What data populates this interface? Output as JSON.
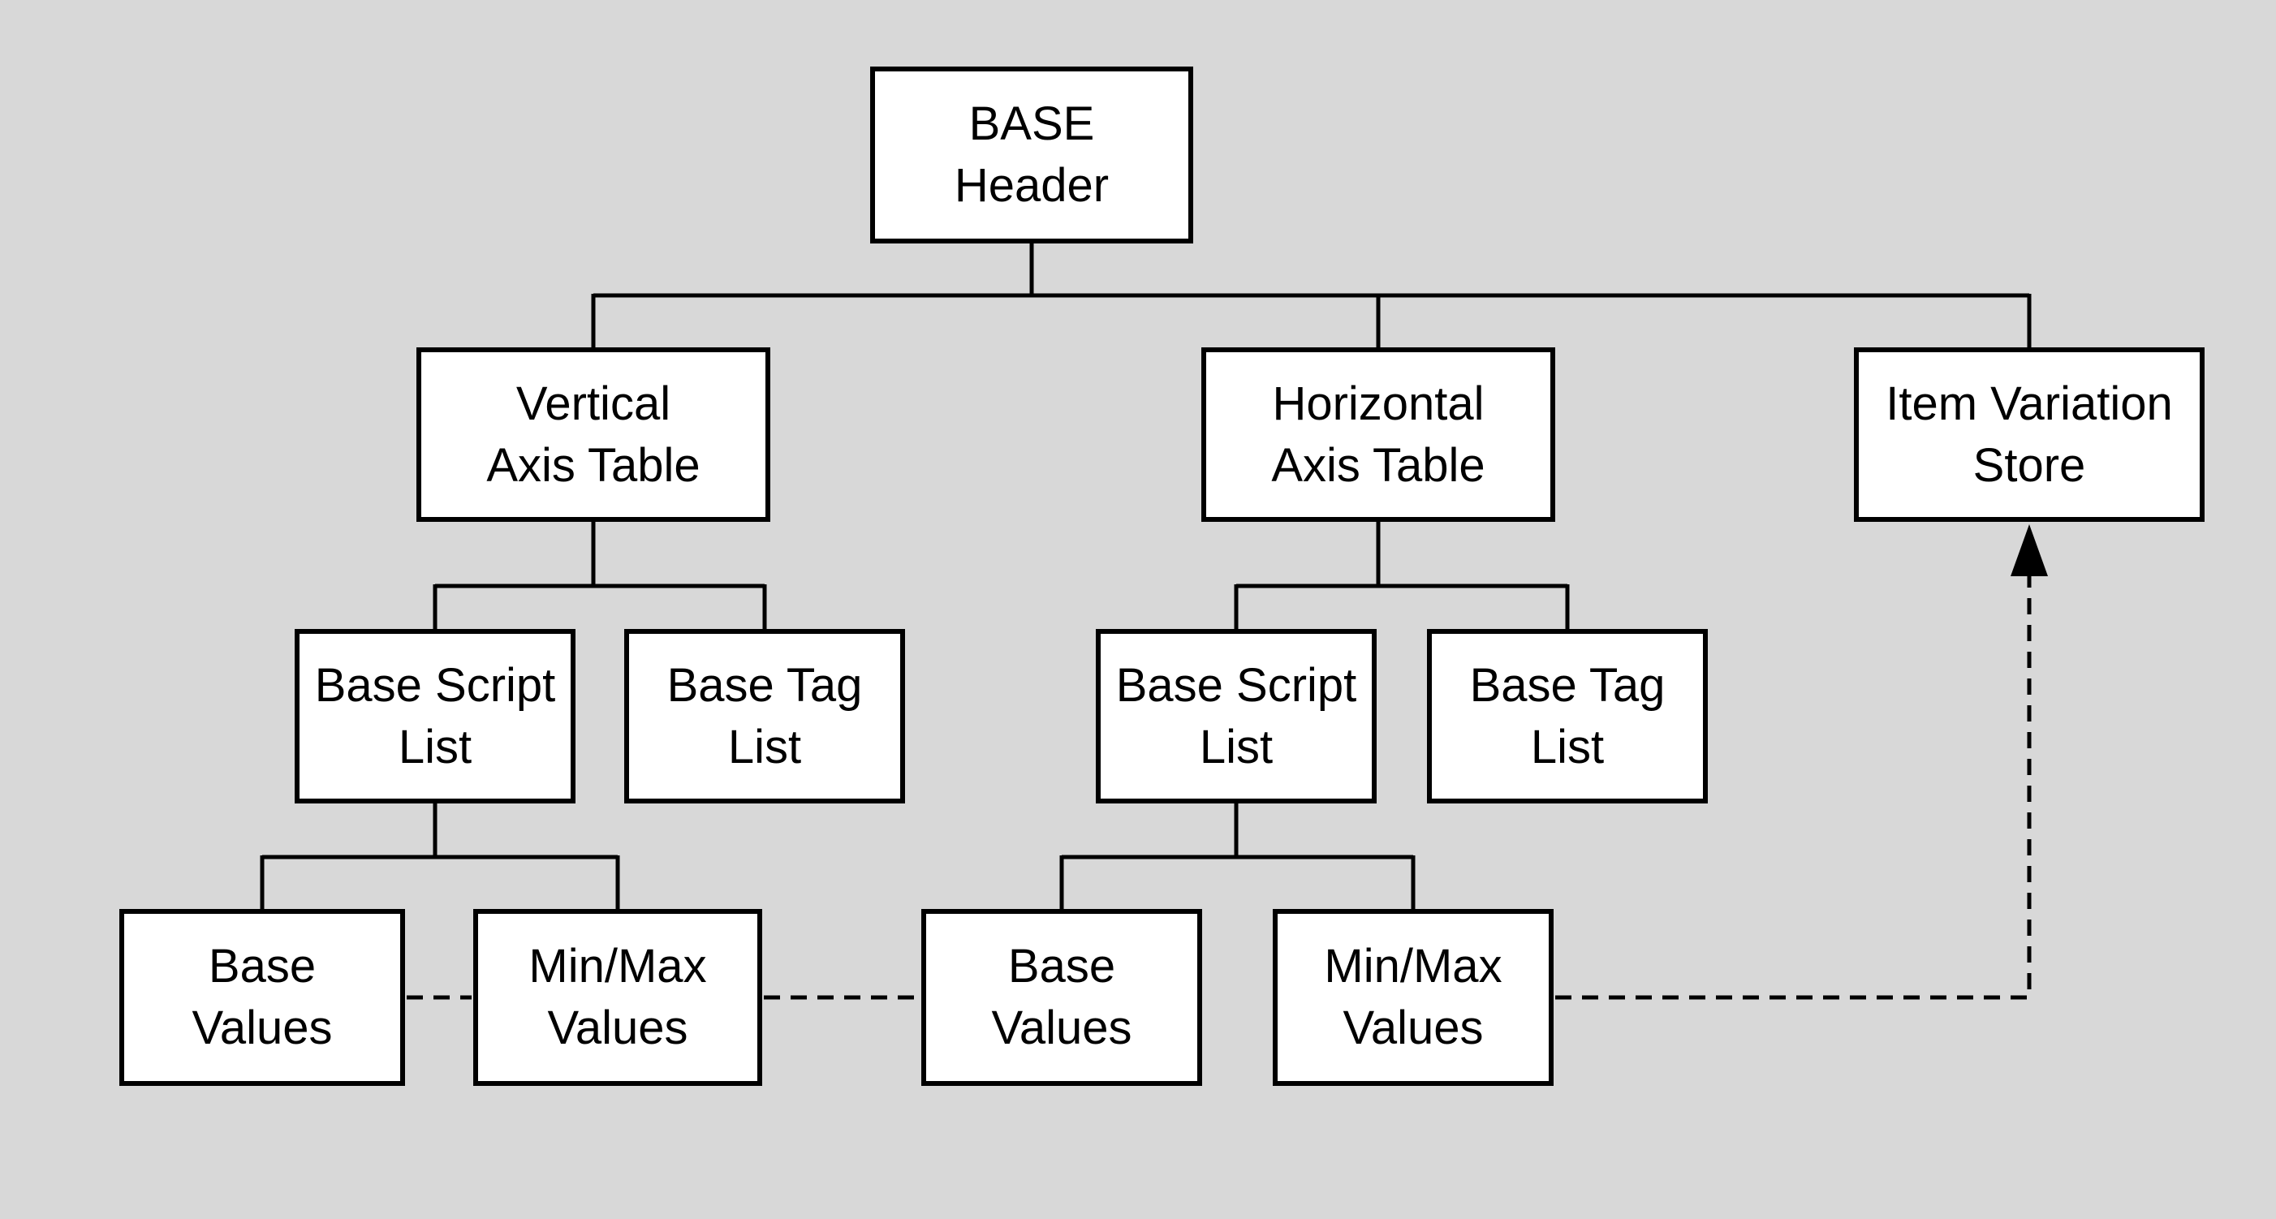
{
  "colors": {
    "background": "#d8d8d8",
    "node_fill": "#ffffff",
    "line": "#000000"
  },
  "nodes": {
    "base_header": {
      "line1": "BASE",
      "line2": "Header"
    },
    "vertical_axis_table": {
      "line1": "Vertical",
      "line2": "Axis Table"
    },
    "horizontal_axis_table": {
      "line1": "Horizontal",
      "line2": "Axis Table"
    },
    "item_variation_store": {
      "line1": "Item Variation",
      "line2": "Store"
    },
    "v_base_script_list": {
      "line1": "Base Script",
      "line2": "List"
    },
    "v_base_tag_list": {
      "line1": "Base Tag",
      "line2": "List"
    },
    "h_base_script_list": {
      "line1": "Base Script",
      "line2": "List"
    },
    "h_base_tag_list": {
      "line1": "Base Tag",
      "line2": "List"
    },
    "v_base_values": {
      "line1": "Base",
      "line2": "Values"
    },
    "v_minmax_values": {
      "line1": "Min/Max",
      "line2": "Values"
    },
    "h_base_values": {
      "line1": "Base",
      "line2": "Values"
    },
    "h_minmax_values": {
      "line1": "Min/Max",
      "line2": "Values"
    }
  }
}
